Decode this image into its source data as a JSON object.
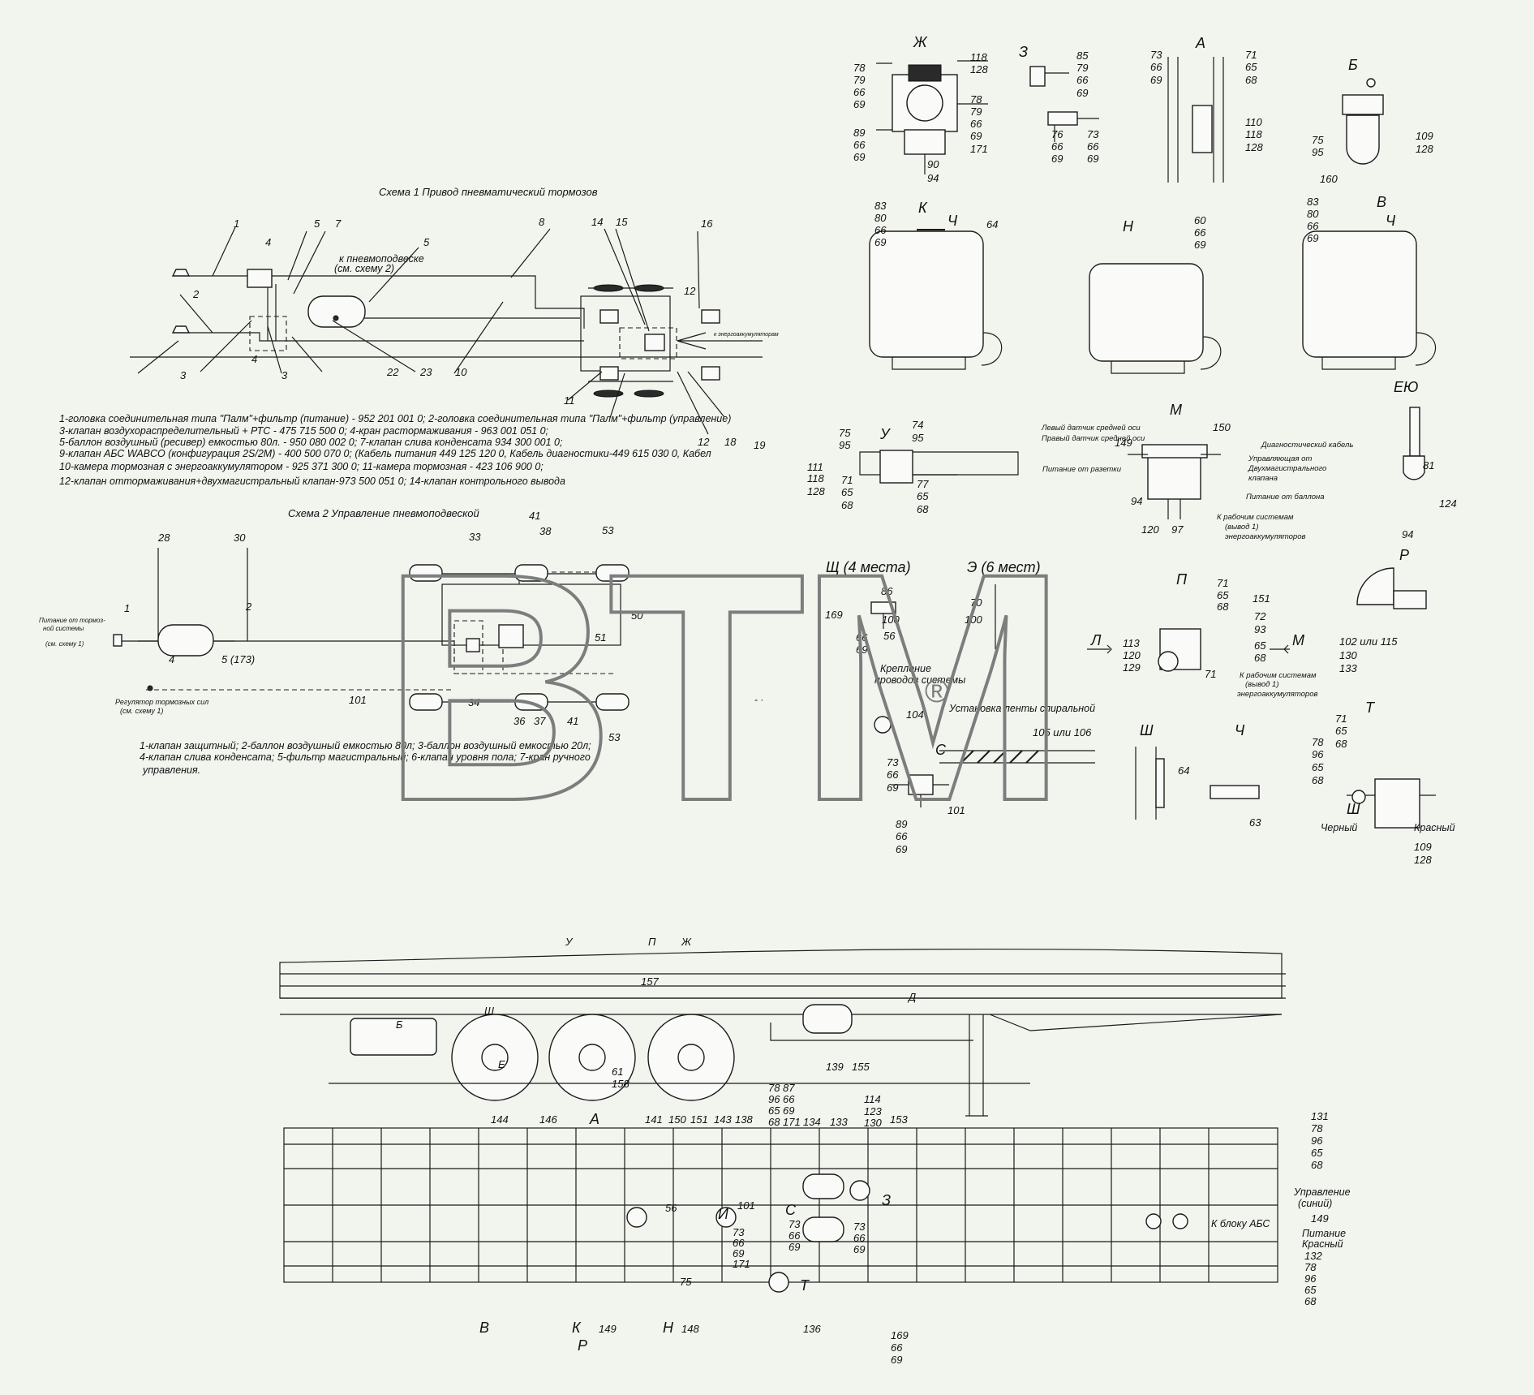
{
  "watermark": "BTM",
  "watermark_mark": "®",
  "scheme1": {
    "title": "Схема 1 Привод пневматический тормозов",
    "to_suspension": "к пневмоподвеске",
    "to_suspension_ref": "(см. схему 2)",
    "abs_label": "к энергоаккумуляторам",
    "legend": [
      "1-головка соединительная типа \"Палм\"+фильтр (питание) - 952 201 001 0; 2-головка соединительная типа \"Палм\"+фильтр (управление)",
      "3-клапан воздухораспределительный + РТС - 475 715 500 0; 4-кран растормаживания - 963 001 051 0;",
      "5-баллон воздушный (ресивер) емкостью 80л. - 950 080 002 0; 7-клапан слива конденсата 934 300 001 0;",
      "9-клапан АБС WABCO (конфигурация 2S/2M) - 400 500 070 0; (Кабель питания 449 125 120 0, Кабель диагностики-449 615 030 0, Кабел",
      "10-камера тормозная с энергоаккумулятором - 925 371 300 0; 11-камера тормозная - 423 106 900 0;",
      "12-клапан оттормаживания+двухмагистральный клапан-973 500 051 0; 14-клапан контрольного вывода"
    ],
    "numbers": [
      "1",
      "2",
      "3",
      "4",
      "5",
      "7",
      "8",
      "14",
      "15",
      "16",
      "12",
      "22",
      "23",
      "10",
      "3",
      "11",
      "12",
      "18",
      "19",
      "4",
      "5"
    ]
  },
  "scheme2": {
    "title": "Схема 2 Управление пневмоподвеской",
    "supply": [
      "Питание от тормоз-",
      "ной системы",
      "(см. схему 1)"
    ],
    "regulator": [
      "Регулятор тормозных сил",
      "(см. схему 1)"
    ],
    "legend": [
      "1-клапан защитный; 2-баллон воздушный емкостью 80л; 3-баллон воздушный емкостью 20л;",
      "4-клапан слива конденсата; 5-фильтр магистральный; 6-клапан уровня пола; 7-кран ручного",
      "управления."
    ]
  },
  "views": {
    "zh": {
      "letter": "Ж",
      "a": [
        "78",
        "79",
        "66",
        "69"
      ],
      "b": [
        "118",
        "128"
      ],
      "c": [
        "78",
        "79",
        "66",
        "69",
        "171"
      ],
      "d": [
        "89",
        "66",
        "69"
      ],
      "e": [
        "90",
        "94"
      ]
    },
    "z": {
      "letter": "З",
      "a": [
        "85",
        "79",
        "66",
        "69"
      ],
      "b": [
        "76",
        "66",
        "69"
      ],
      "c": [
        "73",
        "66",
        "69"
      ]
    },
    "a": {
      "letter": "А",
      "a": [
        "73",
        "66",
        "69"
      ],
      "b": [
        "71",
        "65",
        "68"
      ],
      "c": [
        "110",
        "118",
        "128"
      ]
    },
    "b": {
      "letter": "Б",
      "a": [
        "75",
        "95"
      ],
      "b": [
        "109",
        "128"
      ],
      "c": "160"
    },
    "k": {
      "letter": "К",
      "a": [
        "83",
        "80",
        "66",
        "69"
      ],
      "ch": "Ч",
      "c": "64"
    },
    "n": {
      "letter": "Н",
      "a": [
        "60",
        "66",
        "69"
      ]
    },
    "v": {
      "letter": "В",
      "a": [
        "83",
        "80",
        "66",
        "69"
      ],
      "ch": "Ч"
    },
    "u": {
      "letter": "У",
      "a": [
        "74",
        "95"
      ],
      "b": [
        "75",
        "95"
      ],
      "c": [
        "111",
        "118",
        "128"
      ],
      "d": [
        "71",
        "65",
        "68"
      ],
      "e": [
        "77",
        "65",
        "68"
      ]
    },
    "m": {
      "letter": "М",
      "labels": [
        "Левый датчик средней оси",
        "Правый датчик средней оси",
        "Диагностический кабель",
        "Управляющая от",
        "Двухмагистрального",
        "клапана",
        "Питание от разетки",
        "Питание от баллона",
        "К рабочим системам",
        "(вывод 1)",
        "энергоаккумуляторов"
      ],
      "n": [
        "150",
        "149",
        "94",
        "120",
        "97"
      ]
    },
    "eyu": {
      "letter": "ЕЮ",
      "n": [
        "81",
        "124",
        "94"
      ]
    },
    "r": {
      "letter": "Р",
      "n": [
        "102 или 115",
        "130",
        "133"
      ]
    },
    "shch": {
      "letter": "Щ (4 места)",
      "n": [
        "86",
        "169",
        "100",
        "66",
        "69",
        "56"
      ]
    },
    "e6": {
      "letter": "Э (6 мест)",
      "n": [
        "70",
        "100"
      ]
    },
    "fix": [
      "Крепление",
      "проводов системы"
    ],
    "spiral": "Установка ленты спиральной",
    "spiral_n": "105 или 106",
    "c_letter": "С",
    "n104": "104",
    "p": {
      "letter": "П",
      "l": "Л",
      "m": "М",
      "a": [
        "71",
        "65",
        "68"
      ],
      "b": [
        "151"
      ],
      "c": [
        "72",
        "93"
      ],
      "d": [
        "65",
        "68"
      ],
      "e": [
        "113",
        "120",
        "129"
      ],
      "f": "71",
      "labels": [
        "К рабочим системам",
        "(вывод 1)",
        "энергоаккумуляторов"
      ]
    },
    "tee": {
      "n1": [
        "73",
        "66",
        "69"
      ],
      "n2": "101",
      "n3": [
        "89",
        "66",
        "69"
      ]
    },
    "sh": {
      "letter": "Ш",
      "n": "64"
    },
    "ch": {
      "letter": "Ч",
      "n": "63"
    },
    "t": {
      "letter": "Т",
      "a": [
        "71",
        "65",
        "68"
      ],
      "b": [
        "78",
        "96",
        "65",
        "68"
      ],
      "sh": "Ш",
      "black": "Черный",
      "red": "Красный",
      "c": [
        "109",
        "128"
      ]
    }
  },
  "side_view": {
    "callouts": [
      "У",
      "П",
      "Ж",
      "157",
      "61",
      "158",
      "139",
      "155",
      "Б",
      "Ш",
      "Д",
      "Е"
    ]
  },
  "top_view": {
    "callouts": [
      "144",
      "146",
      "А",
      "141",
      "150",
      "151",
      "143",
      "138",
      "78",
      "87",
      "96",
      "66",
      "65",
      "69",
      "68",
      "171",
      "134",
      "133",
      "114",
      "123",
      "130",
      "153",
      "З",
      "С",
      "101",
      "73",
      "66",
      "69",
      "И",
      "73",
      "66",
      "69",
      "73",
      "66",
      "69",
      "171",
      "75",
      "Т",
      "136",
      "169",
      "66",
      "69",
      "В",
      "К",
      "Р",
      "149",
      "Н",
      "148",
      "56"
    ],
    "right": [
      "131",
      "78",
      "96",
      "65",
      "68"
    ],
    "right2": [
      "132",
      "78",
      "96",
      "65",
      "68"
    ],
    "ctrl": [
      "Управление",
      "(синий)"
    ],
    "supply": [
      "Питание",
      "Красный"
    ],
    "abs": "К блоку АБС",
    "n149": "149"
  }
}
